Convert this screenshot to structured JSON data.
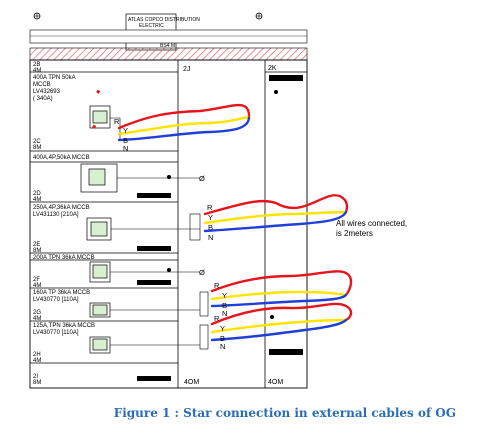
{
  "header": {
    "logo_line1": "ATLAS COPCO DISTRIBUTION",
    "logo_line2": "ELECTRIC",
    "code": "BS4 M"
  },
  "columns": {
    "mid_top": "2J",
    "right_top": "2K",
    "mid_bottom": "4OM",
    "right_bottom": "4OM"
  },
  "rows": [
    {
      "id": "2B",
      "sub": "4M"
    },
    {
      "id": "2C",
      "sub": "8M"
    },
    {
      "id": "2D",
      "sub": "4M"
    },
    {
      "id": "2E",
      "sub": "8M"
    },
    {
      "id": "2F",
      "sub": "4M"
    },
    {
      "id": "2G",
      "sub": "4M"
    },
    {
      "id": "2H",
      "sub": "4M"
    },
    {
      "id": "2I",
      "sub": "8M"
    }
  ],
  "breakers": [
    {
      "line1": "400A TPN 50kA",
      "line2": "MCCB",
      "line3": "LV432693",
      "line4": "( 340A)"
    },
    {
      "line1": "400A,4P,50kA MCCB",
      "line2": "",
      "line3": "",
      "line4": ""
    },
    {
      "line1": "250A,4P,36kA MCCB",
      "line2": "LV431130 [210A]",
      "line3": "",
      "line4": ""
    },
    {
      "line1": "200A TPN 36kA MCCB",
      "line2": "",
      "line3": "",
      "line4": ""
    },
    {
      "line1": "160A TP 36kA MCCB",
      "line2": "LV430770 [110A]",
      "line3": "",
      "line4": ""
    },
    {
      "line1": "125A,TPN 36kA MCCB",
      "line2": "LV430770 [110A]",
      "line3": "",
      "line4": ""
    }
  ],
  "wire_labels": {
    "r": "R",
    "y": "Y",
    "b": "B",
    "n": "N"
  },
  "neutral_symbol": "Ø",
  "annotation": {
    "line1": "All wires connected,",
    "line2": "is 2meters"
  },
  "caption": "Figure 1 : Star connection in external cables of OG",
  "colors": {
    "red": "#e8141b",
    "yellow": "#ffe400",
    "blue": "#1f3fd8",
    "caption": "#2a6db5",
    "hatch": "#e06060",
    "logo_green": "#2ea043"
  }
}
